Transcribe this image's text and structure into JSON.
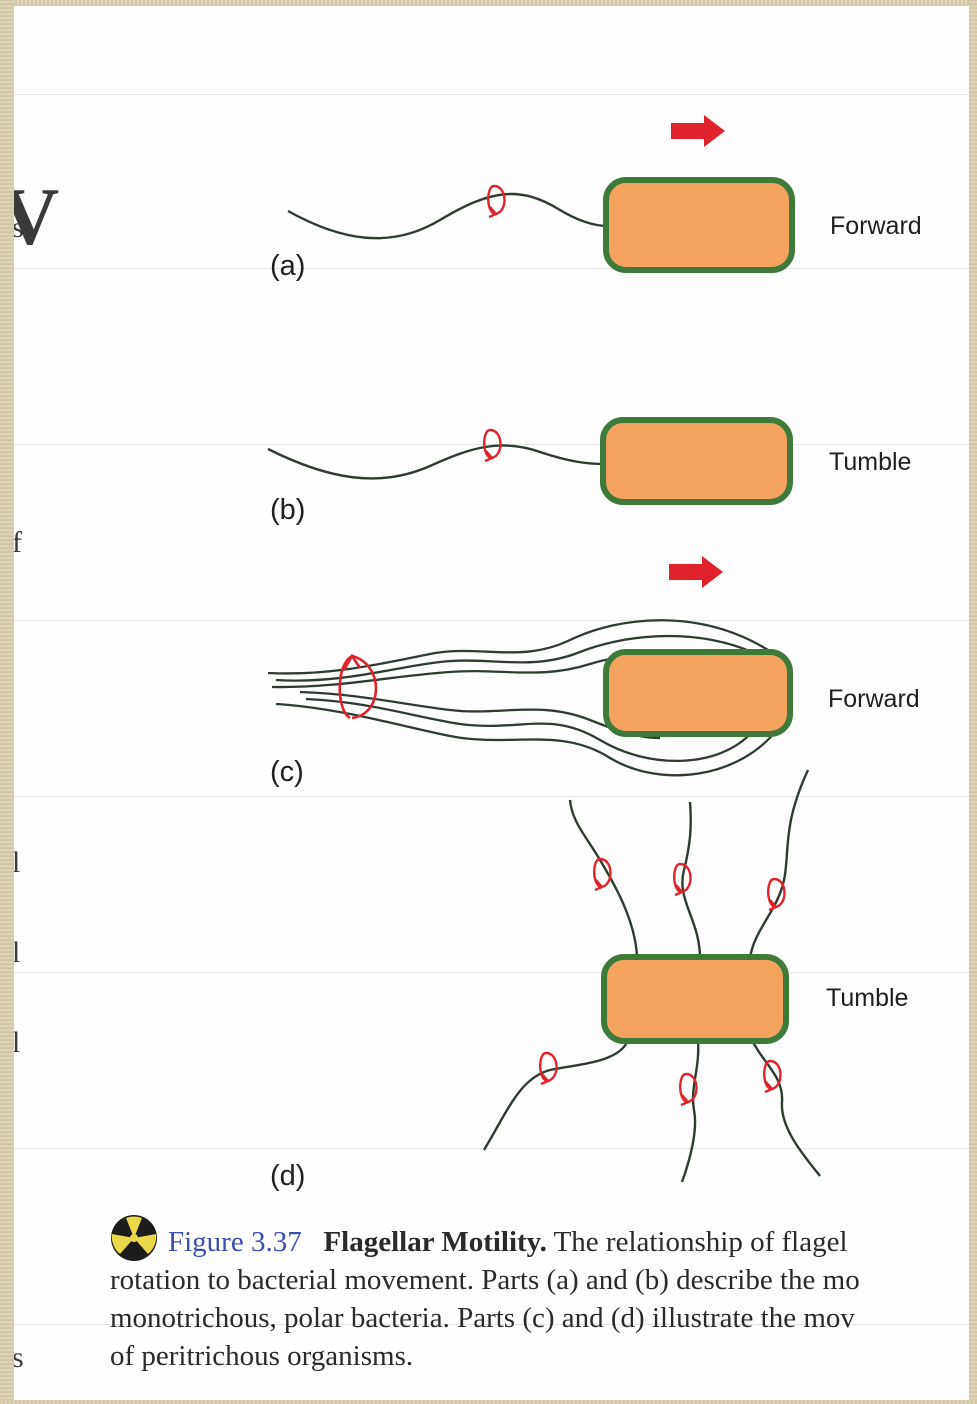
{
  "panels": [
    {
      "label": "(a)",
      "state": "Forward"
    },
    {
      "label": "(b)",
      "state": "Tumble"
    },
    {
      "label": "(c)",
      "state": "Forward"
    },
    {
      "label": "(d)",
      "state": "Tumble"
    }
  ],
  "caption": {
    "figure_label": "Figure 3.37",
    "title": "Flagellar Motility.",
    "line1": "The relationship of flagel",
    "line2": "rotation to bacterial movement. Parts (a) and (b) describe the mo",
    "line3": "monotrichous, polar bacteria. Parts (c) and (d) illustrate the mov",
    "line4": "of peritrichous organisms."
  },
  "colors": {
    "cell_fill": "#f4a35f",
    "cell_border": "#3f7a3a",
    "flagellum": "#2c3d2f",
    "rotation_arrow": "#e0232b",
    "direction_arrow": "#e0232b",
    "figure_label": "#3b4fb0"
  },
  "left_margin_fragments": [
    "s",
    "f",
    "l",
    "l",
    "l",
    "s"
  ]
}
